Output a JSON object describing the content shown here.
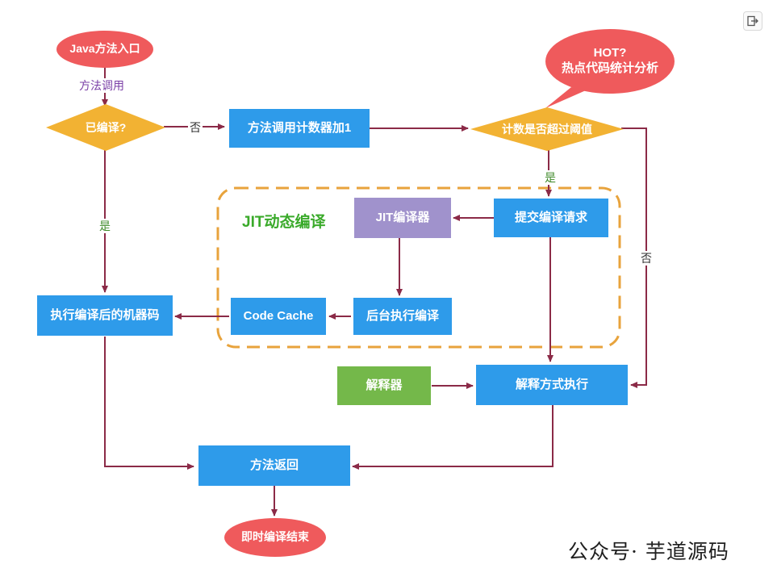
{
  "nodes": {
    "java_entry": "Java方法入口",
    "compiled_check": "已编译?",
    "increment_counter": "方法调用计数器加1",
    "threshold_check": "计数是否超过阈值",
    "hot_bubble_line1": "HOT?",
    "hot_bubble_line2": "热点代码统计分析",
    "submit_request": "提交编译请求",
    "jit_compiler": "JIT编译器",
    "background_compile": "后台执行编译",
    "code_cache": "Code Cache",
    "execute_machine_code": "执行编译后的机器码",
    "interpreter": "解释器",
    "interpret_execute": "解释方式执行",
    "method_return": "方法返回",
    "jit_end": "即时编译结束"
  },
  "group": {
    "title": "JIT动态编译"
  },
  "edge_labels": {
    "method_call": "方法调用",
    "no_left": "否",
    "yes_left": "是",
    "yes_center": "是",
    "no_right": "否"
  },
  "watermark": "公众号· 芋道源码",
  "icons": [
    "exit-icon"
  ],
  "colors": {
    "blue": "#2e9bea",
    "red": "#ef5a5c",
    "orange": "#f2b233",
    "purple": "#a092cc",
    "green": "#74b84a",
    "arrow": "#8b2a47",
    "dash": "#e8a33c"
  }
}
